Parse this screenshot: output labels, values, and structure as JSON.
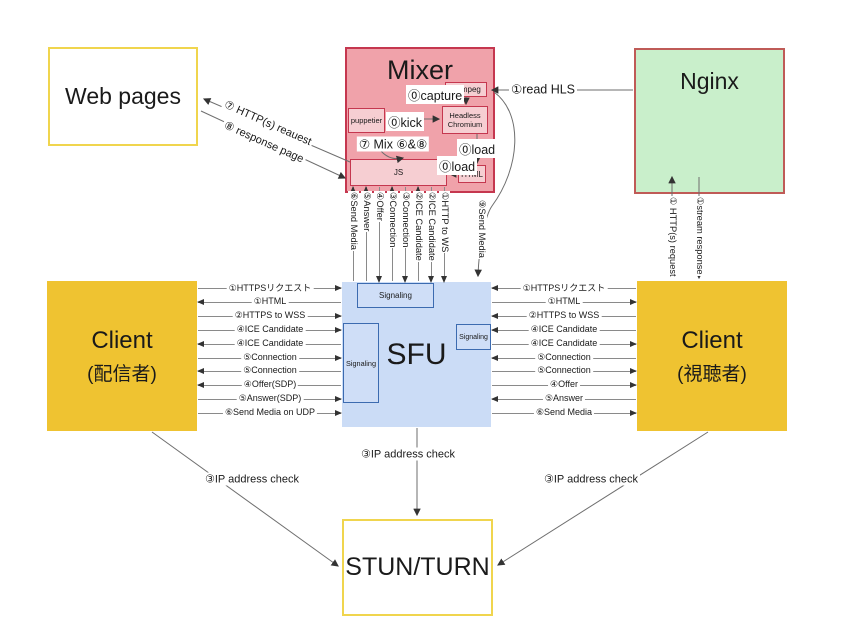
{
  "boxes": {
    "web_pages": {
      "label": "Web pages"
    },
    "mixer": {
      "label": "Mixer"
    },
    "nginx": {
      "label": "Nginx"
    },
    "client_publisher": {
      "label": "Client",
      "sublabel": "(配信者)"
    },
    "sfu": {
      "label": "SFU"
    },
    "client_viewer": {
      "label": "Client",
      "sublabel": "(視聴者)"
    },
    "stun_turn": {
      "label": "STUN/TURN"
    }
  },
  "mixer_parts": {
    "ffmpeg": "FFmpeg",
    "puppeteer": "puppetier",
    "headless_chromium": "Headless Chromium",
    "js": "JS",
    "html": "HTML",
    "capture": "⓪capture",
    "kick": "⓪kick",
    "load_html": "⓪load",
    "load_js": "⓪load",
    "mix": "⑦ Mix ⑥&⑧"
  },
  "sfu_parts": {
    "signaling_top": "Signaling",
    "signaling_left": "Signaling",
    "signaling_right": "Signaling"
  },
  "edge_labels": {
    "read_hls": "①read HLS",
    "web_request": "⑦ HTTP(s) reauest",
    "web_response": "⑧ response page",
    "nginx_request": "① HTTP(s) request",
    "nginx_response": "①stream response",
    "mixer_send_media": "⑨Send Media",
    "ip_check_left": "③IP address check",
    "ip_check_center": "③IP address check",
    "ip_check_right": "③IP address check"
  },
  "publisher_sfu_links": [
    {
      "label": "①HTTPSリクエスト",
      "dir": "right"
    },
    {
      "label": "①HTML",
      "dir": "left"
    },
    {
      "label": "②HTTPS to WSS",
      "dir": "right"
    },
    {
      "label": "④ICE Candidate",
      "dir": "right"
    },
    {
      "label": "④ICE Candidate",
      "dir": "left"
    },
    {
      "label": "⑤Connection",
      "dir": "right"
    },
    {
      "label": "⑤Connection",
      "dir": "left"
    },
    {
      "label": "④Offer(SDP)",
      "dir": "left"
    },
    {
      "label": "⑤Answer(SDP)",
      "dir": "right"
    },
    {
      "label": "⑥Send Media on UDP",
      "dir": "right"
    }
  ],
  "sfu_viewer_links": [
    {
      "label": "①HTTPSリクエスト",
      "dir": "left"
    },
    {
      "label": "①HTML",
      "dir": "right"
    },
    {
      "label": "②HTTPS to WSS",
      "dir": "left"
    },
    {
      "label": "④ICE Candidate",
      "dir": "left"
    },
    {
      "label": "④ICE Candidate",
      "dir": "right"
    },
    {
      "label": "⑤Connection",
      "dir": "left"
    },
    {
      "label": "⑤Connection",
      "dir": "right"
    },
    {
      "label": "④Offer",
      "dir": "right"
    },
    {
      "label": "⑤Answer",
      "dir": "left"
    },
    {
      "label": "⑥Send Media",
      "dir": "right"
    }
  ],
  "mixer_sfu_links": [
    {
      "label": "⑥Send Media",
      "dir": "up"
    },
    {
      "label": "⑤Answer",
      "dir": "up"
    },
    {
      "label": "④Offer",
      "dir": "down"
    },
    {
      "label": "③Connection",
      "dir": "up"
    },
    {
      "label": "③Connection",
      "dir": "down"
    },
    {
      "label": "②ICE Candidate",
      "dir": "up"
    },
    {
      "label": "②ICE Candidate",
      "dir": "down"
    },
    {
      "label": "①HTTP to WS",
      "dir": "down"
    }
  ],
  "colors": {
    "mixer_fill": "#f0a2aa",
    "mixer_border": "#c5374f",
    "mixer_inner_fill": "#f6ced2",
    "nginx_fill": "#c9efcb",
    "nginx_border": "#bf5b57",
    "client_fill": "#efc331",
    "sfu_fill": "#cbdcf6",
    "signaling_border": "#3c6bb0",
    "yellow_border": "#f0d54e",
    "line": "#666666"
  }
}
